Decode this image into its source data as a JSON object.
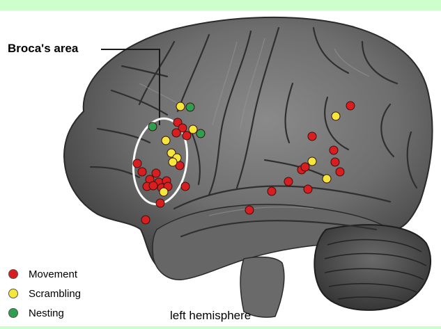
{
  "callout": {
    "label": "Broca's area"
  },
  "hemisphere_label": "left hemisphere",
  "legend": [
    {
      "label": "Movement",
      "color": "#d81e1e"
    },
    {
      "label": "Scrambling",
      "color": "#f5e63c"
    },
    {
      "label": "Nesting",
      "color": "#2e9e4f"
    }
  ],
  "colors": {
    "movement": "#d81e1e",
    "scrambling": "#f5e63c",
    "nesting": "#2e9e4f",
    "brain": "#6e6e6e",
    "band": "#ccffcc"
  }
}
